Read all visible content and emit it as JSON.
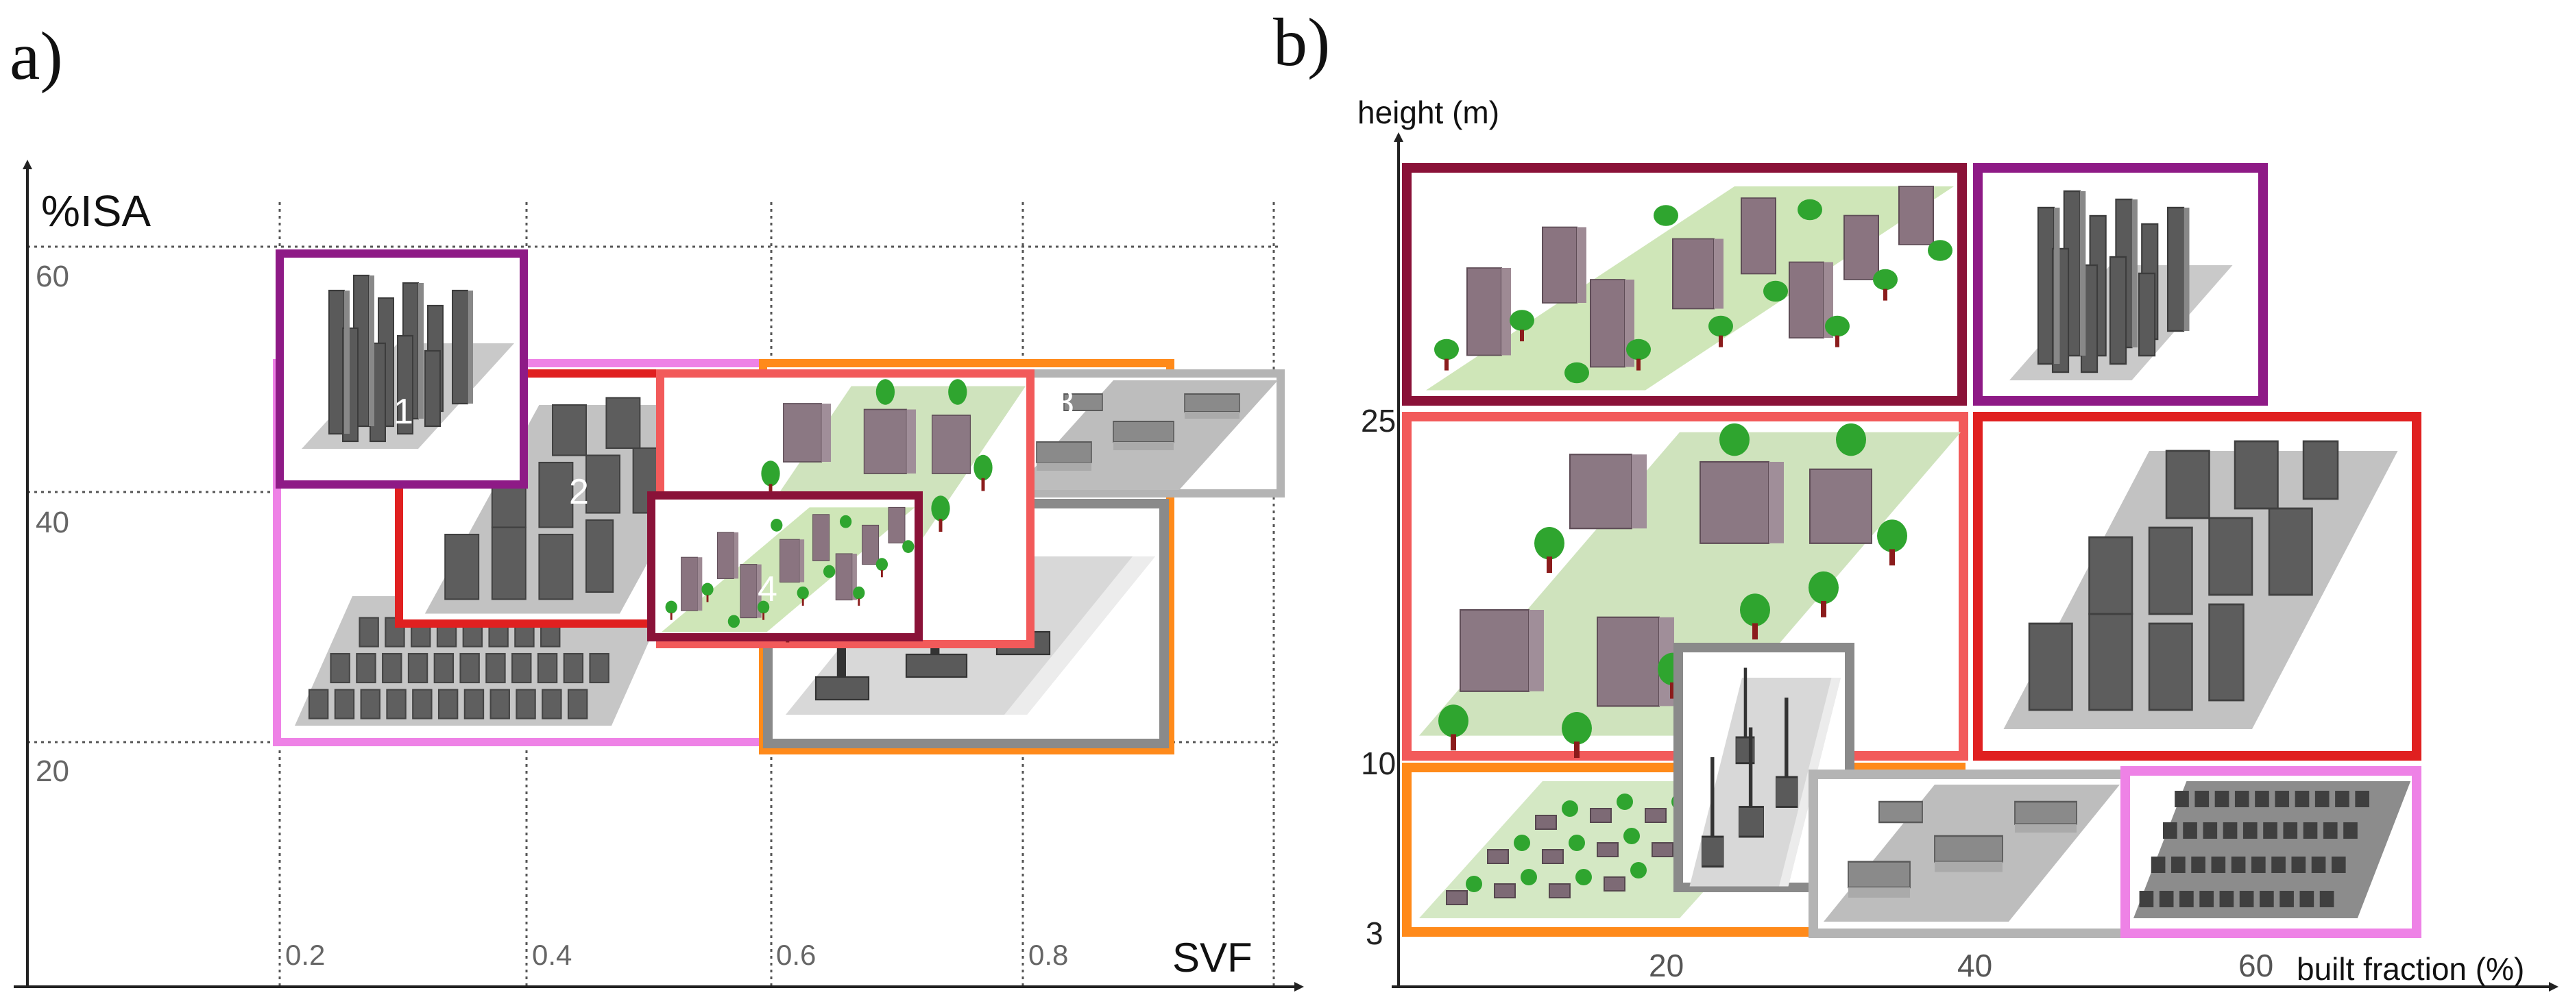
{
  "panel_a": {
    "label": "a)",
    "y_axis_label": "%ISA",
    "x_axis_label": "SVF",
    "y_ticks": [
      "60",
      "40",
      "20"
    ],
    "x_ticks": [
      "0.2",
      "0.4",
      "0.6",
      "0.8"
    ],
    "box_numbers": [
      "1",
      "2",
      "4",
      "8"
    ]
  },
  "panel_b": {
    "label": "b)",
    "y_axis_label": "height (m)",
    "x_axis_label": "built fraction (%)",
    "y_ticks": [
      "25",
      "10",
      "3"
    ],
    "x_ticks": [
      "20",
      "40",
      "60"
    ]
  },
  "colors": {
    "purple": "#8e1a86",
    "magenta": "#ee82e6",
    "red": "#e02020",
    "salmon": "#f25a5a",
    "maroon": "#8a1238",
    "orange": "#ff8a1a",
    "gray_dark": "#8a8a8a",
    "gray_light": "#b4b4b4"
  }
}
